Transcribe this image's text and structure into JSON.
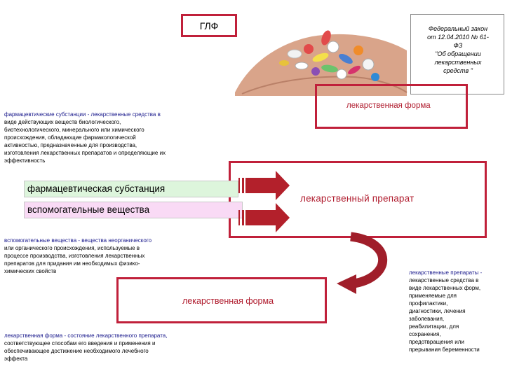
{
  "header": {
    "glf_label": "ГЛФ"
  },
  "law": {
    "lines": [
      "Федеральный закон",
      "от 12.04.2010 № 61-",
      "ФЗ",
      "\"Об обращении",
      "лекарственных",
      "средств \""
    ]
  },
  "form_top": {
    "label": "лекарственная форма"
  },
  "substance_definition": {
    "term": "фармацевтические субстанции",
    "lines": [
      "фармацевтические субстанции - лекарственные средства в",
      "виде действующих веществ биологического,",
      "биотехнологического, минерального или химического",
      "происхождения, обладающие фармакологической",
      "активностью, предназначенные для производства,",
      "изготовления лекарственных препаратов и определяющие их",
      "эффективность"
    ]
  },
  "components": {
    "substance_label": "фармацевтическая субстанция",
    "excipients_label": "вспомогательные вещества"
  },
  "preparation": {
    "label": "лекарственный препарат"
  },
  "excipients_definition": {
    "lines": [
      "вспомогательные вещества - вещества неорганического",
      "или органического происхождения, используемые в",
      "процессе производства, изготовления лекарственных",
      "препаратов для придания им необходимых физико-",
      "химических свойств"
    ]
  },
  "form_bottom": {
    "label": "лекарственная форма"
  },
  "form_definition": {
    "lines": [
      "лекарственная форма - состояние лекарственного препарата,",
      "соответствующее способам его введения и применения и",
      "обеспечивающее достижение необходимого лечебного",
      "эффекта"
    ]
  },
  "preparation_definition": {
    "lines": [
      "лекарственные препараты -",
      "лекарственные средства в",
      "виде лекарственных форм,",
      "применяемые для",
      "профилактики,",
      "диагностики, лечения",
      "заболевания,",
      "реабилитации, для",
      "сохранения,",
      "предотвращения или",
      "прерывания беременности"
    ]
  },
  "colors": {
    "frame_red": "#c0203a",
    "arrow_red": "#b3202b",
    "substance_fill": "#ddf5dc",
    "excipients_fill": "#f9daf5",
    "text_blue": "#1a1a8c"
  }
}
